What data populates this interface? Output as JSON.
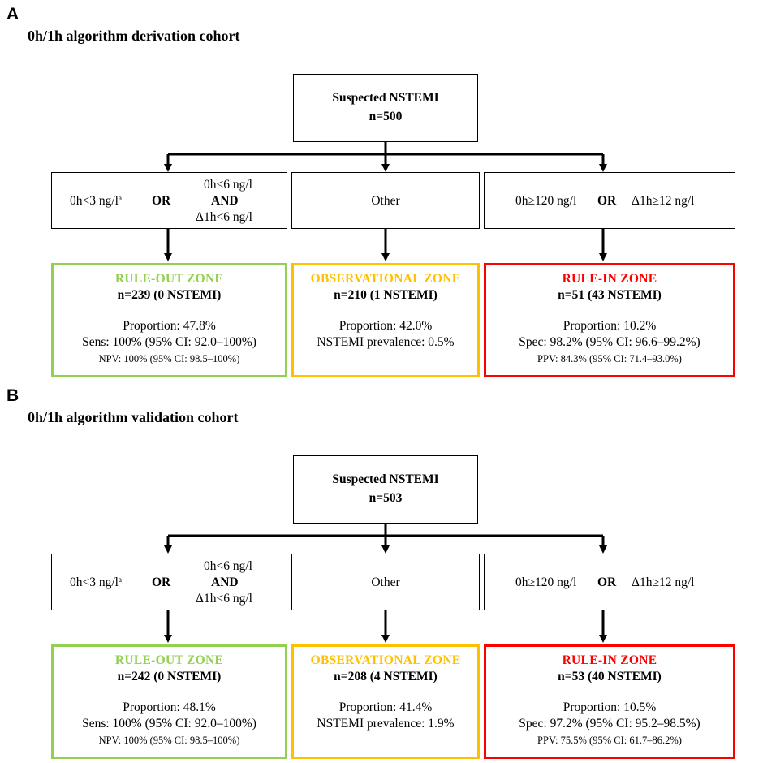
{
  "panels": [
    {
      "letter": "A",
      "title": "0h/1h algorithm derivation cohort",
      "top": {
        "line1": "Suspected NSTEMI",
        "line2": "n=500"
      },
      "conditions": {
        "left": {
          "a": "0h<3 ng/l",
          "a_sup": "a",
          "or": "OR",
          "b1": "0h<6 ng/l",
          "b2": "AND",
          "b3": "Δ1h<6 ng/l"
        },
        "mid": {
          "text": "Other"
        },
        "right": {
          "a": "0h≥120 ng/l",
          "or": "OR",
          "b": "Δ1h≥12 ng/l"
        }
      },
      "zones": {
        "ruleout": {
          "name": "RULE-OUT ZONE",
          "count": "n=239 (0 NSTEMI)",
          "l1": "Proportion: 47.8%",
          "l2": "Sens:  100% (95% CI: 92.0–100%)",
          "l3": "NPV: 100% (95% CI: 98.5–100%)",
          "color": "#92d050"
        },
        "obs": {
          "name": "OBSERVATIONAL  ZONE",
          "count": "n=210 (1 NSTEMI)",
          "l1": "Proportion: 42.0%",
          "l2": "NSTEMI prevalence: 0.5%",
          "color": "#ffc000"
        },
        "rulein": {
          "name": "RULE-IN ZONE",
          "count": "n=51 (43 NSTEMI)",
          "l1": "Proportion: 10.2%",
          "l2": "Spec: 98.2% (95% CI: 96.6–99.2%)",
          "l3": "PPV: 84.3% (95% CI: 71.4–93.0%)",
          "color": "#ff0000"
        }
      }
    },
    {
      "letter": "B",
      "title": "0h/1h algorithm validation cohort",
      "top": {
        "line1": "Suspected NSTEMI",
        "line2": "n=503"
      },
      "conditions": {
        "left": {
          "a": "0h<3 ng/l",
          "a_sup": "a",
          "or": "OR",
          "b1": "0h<6 ng/l",
          "b2": "AND",
          "b3": "Δ1h<6 ng/l"
        },
        "mid": {
          "text": "Other"
        },
        "right": {
          "a": "0h≥120 ng/l",
          "or": "OR",
          "b": "Δ1h≥12 ng/l"
        }
      },
      "zones": {
        "ruleout": {
          "name": "RULE-OUT ZONE",
          "count": "n=242 (0 NSTEMI)",
          "l1": "Proportion: 48.1%",
          "l2": "Sens:  100% (95% CI: 92.0–100%)",
          "l3": "NPV: 100% (95% CI: 98.5–100%)",
          "color": "#92d050"
        },
        "obs": {
          "name": "OBSERVATIONAL  ZONE",
          "count": "n=208 (4 NSTEMI)",
          "l1": "Proportion: 41.4%",
          "l2": "NSTEMI prevalence: 1.9%",
          "color": "#ffc000"
        },
        "rulein": {
          "name": "RULE-IN ZONE",
          "count": "n=53 (40 NSTEMI)",
          "l1": "Proportion: 10.5%",
          "l2": "Spec: 97.2% (95% CI: 95.2–98.5%)",
          "l3": "PPV: 75.5% (95% CI: 61.7–86.2%)",
          "color": "#ff0000"
        }
      }
    }
  ]
}
